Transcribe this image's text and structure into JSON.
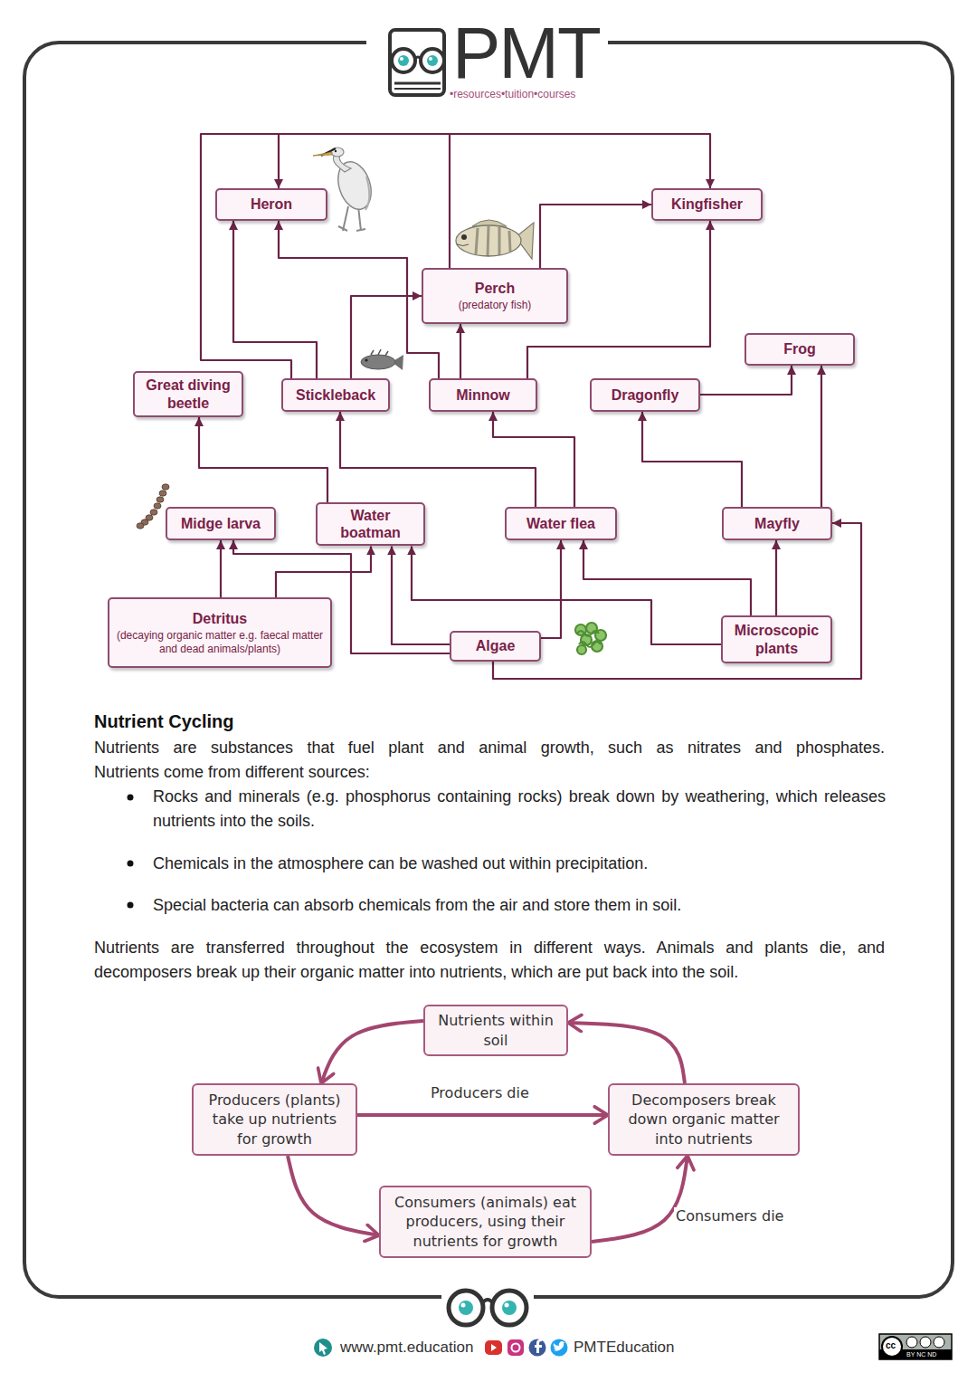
{
  "diagram": {
    "title": "Nutrient Cycling",
    "nodes": [
      {
        "text": [
          "Heron"
        ]
      },
      {
        "text": [
          "Kingfisher"
        ]
      },
      {
        "text": [
          "Perch",
          "(predatory fish)"
        ]
      },
      {
        "text": [
          "Frog"
        ]
      },
      {
        "text": [
          "Great diving beetle"
        ]
      },
      {
        "text": [
          "Stickleback"
        ]
      },
      {
        "text": [
          "Minnow"
        ]
      },
      {
        "text": [
          "Dragonfly"
        ]
      },
      {
        "text": [
          "Midge larva"
        ]
      },
      {
        "text": [
          "Water boatman"
        ]
      },
      {
        "text": [
          "Water flea"
        ]
      },
      {
        "text": [
          "Mayfly"
        ]
      },
      {
        "text": [
          "Detritus",
          "(decaying organic matter e.g. faecal matter and dead animals/plants)"
        ]
      },
      {
        "text": [
          "Algae"
        ]
      },
      {
        "text": [
          "Microscopic plants"
        ]
      },
      {
        "text": [
          "Nutrients within soil"
        ]
      },
      {
        "text": [
          "Producers (plants) take up nutrients for growth"
        ]
      },
      {
        "text": [
          "Decomposers break down organic matter into nutrients"
        ]
      },
      {
        "text": [
          "Consumers (animals) eat producers, using their nutrients for growth"
        ]
      }
    ],
    "edges": [
      {
        "from": 5,
        "to": 0,
        "arrow": "to"
      },
      {
        "from": 6,
        "to": 0,
        "arrow": "to"
      },
      {
        "from": 5,
        "to": 1,
        "arrow": "to"
      },
      {
        "from": 2,
        "to": 0,
        "arrow": "to"
      },
      {
        "from": 2,
        "to": 1,
        "arrow": "to"
      },
      {
        "from": 5,
        "to": 2,
        "arrow": "to"
      },
      {
        "from": 6,
        "to": 2,
        "arrow": "to"
      },
      {
        "from": 6,
        "to": 1,
        "arrow": "to"
      },
      {
        "from": 7,
        "to": 3,
        "arrow": "to"
      },
      {
        "from": 11,
        "to": 3,
        "arrow": "to"
      },
      {
        "from": 11,
        "to": 7,
        "arrow": "to"
      },
      {
        "from": 9,
        "to": 4,
        "arrow": "to"
      },
      {
        "from": 10,
        "to": 5,
        "arrow": "to"
      },
      {
        "from": 10,
        "to": 6,
        "arrow": "to"
      },
      {
        "from": 12,
        "to": 8,
        "arrow": "to"
      },
      {
        "from": 12,
        "to": 9,
        "arrow": "to"
      },
      {
        "from": 13,
        "to": 8,
        "arrow": "to"
      },
      {
        "from": 13,
        "to": 9,
        "arrow": "to"
      },
      {
        "from": 14,
        "to": 9,
        "arrow": "to"
      },
      {
        "from": 13,
        "to": 10,
        "arrow": "to"
      },
      {
        "from": 14,
        "to": 10,
        "arrow": "to"
      },
      {
        "from": 14,
        "to": 11,
        "arrow": "to"
      },
      {
        "from": 13,
        "to": 11,
        "arrow": "to"
      },
      {
        "from": 15,
        "to": 16,
        "arrow": "to"
      },
      {
        "from": 16,
        "to": 17,
        "label": "Producers die",
        "arrow": "to"
      },
      {
        "from": 16,
        "to": 18,
        "arrow": "to"
      },
      {
        "from": 18,
        "to": 17,
        "label": "Consumers die",
        "arrow": "to"
      },
      {
        "from": 17,
        "to": 15,
        "arrow": "to"
      }
    ],
    "labels": [
      "PMT",
      "•resources•tuition•courses",
      "Nutrients are substances that fuel plant and animal growth, such as nitrates and phosphates.",
      "Nutrients come from different sources:",
      "Rocks and minerals (e.g. phosphorus containing rocks) break down by weathering, which releases nutrients into the soils.",
      "Chemicals in the atmosphere can be washed out within precipitation.",
      "Special bacteria can absorb chemicals from the air and store them in soil.",
      "Nutrients are transferred throughout the ecosystem in different ways. Animals and plants die, and decomposers break up their organic matter into nutrients, which are put back into the soil.",
      "www.pmt.education",
      "PMTEducation",
      "cc",
      "BY NC ND"
    ]
  }
}
